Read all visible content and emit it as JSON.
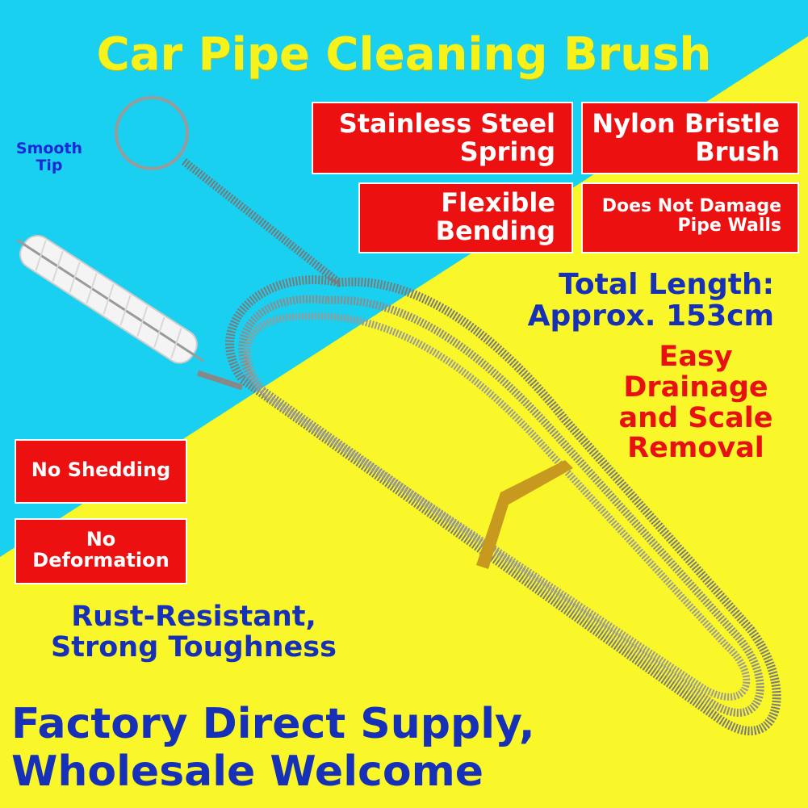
{
  "colors": {
    "cyan": "#1ad0f0",
    "yellow": "#f9f72a",
    "badge_red": "#ec1010",
    "text_blue": "#1630b8",
    "text_red": "#e81010",
    "title_yellow": "#f7f21a"
  },
  "title": "Car Pipe Cleaning Brush",
  "badges": {
    "stainless": [
      "Stainless Steel",
      "Spring"
    ],
    "nylon": [
      "Nylon Bristle",
      "Brush"
    ],
    "flexible": [
      "Flexible",
      "Bending"
    ],
    "no_damage": [
      "Does Not Damage",
      "Pipe Walls"
    ],
    "no_shedding": "No Shedding",
    "no_deformation": [
      "No",
      "Deformation"
    ]
  },
  "smooth_tip": [
    "Smooth",
    "Tip"
  ],
  "total_length": [
    "Total Length:",
    "Approx. 153cm"
  ],
  "drainage": [
    "Easy",
    "Drainage",
    "and Scale",
    "Removal"
  ],
  "rust": [
    "Rust-Resistant,",
    "Strong Toughness"
  ],
  "factory": [
    "Factory Direct Supply,",
    "Wholesale Welcome"
  ]
}
